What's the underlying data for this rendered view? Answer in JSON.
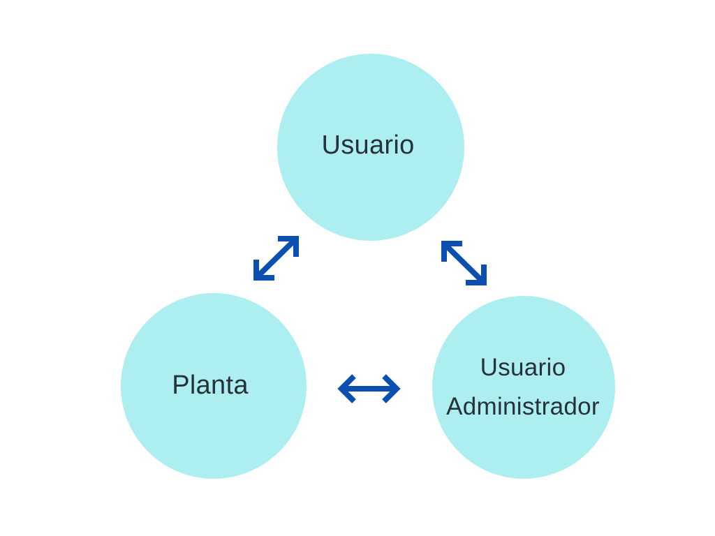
{
  "colors": {
    "node_fill": "#adeff0",
    "arrow": "#0b4fb0",
    "text": "#263238",
    "background": "#ffffff"
  },
  "nodes": {
    "usuario": {
      "label": "Usuario"
    },
    "planta": {
      "label": "Planta"
    },
    "admin": {
      "label_line1": "Usuario",
      "label_line2": "Administrador"
    }
  },
  "edges": [
    {
      "from": "usuario",
      "to": "planta",
      "direction": "both"
    },
    {
      "from": "usuario",
      "to": "admin",
      "direction": "both"
    },
    {
      "from": "planta",
      "to": "admin",
      "direction": "both"
    }
  ]
}
